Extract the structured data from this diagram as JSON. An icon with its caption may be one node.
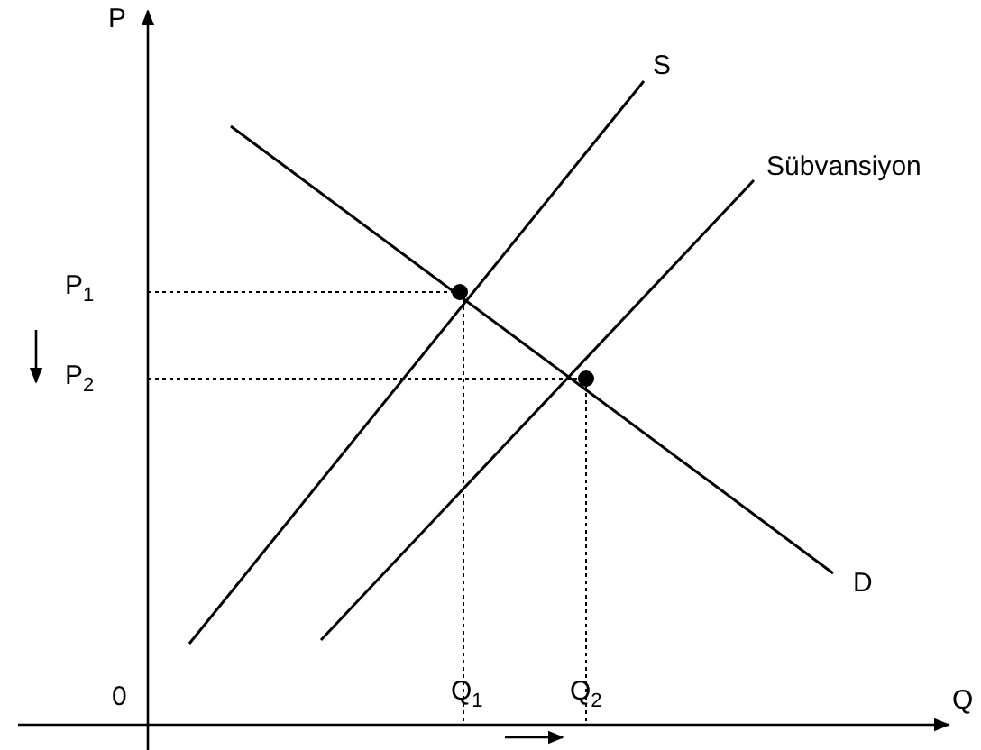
{
  "diagram": {
    "labels": [
      "P",
      "S",
      "Sübvansiyon",
      "P$_{1}$",
      "P$_{2}$",
      "D",
      "0",
      "Q$_{1}$",
      "Q$_{2}$",
      "Q"
    ]
  }
}
